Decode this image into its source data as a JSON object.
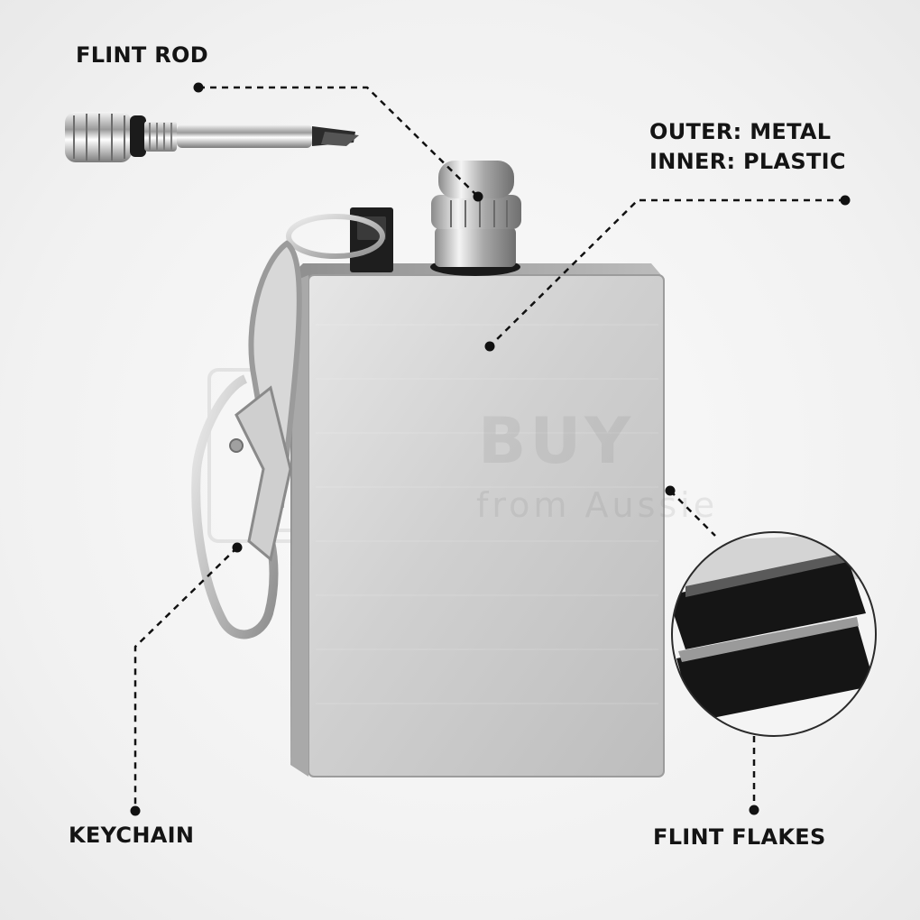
{
  "labels": {
    "flint_rod": "FLINT ROD",
    "material_outer": "OUTER: METAL",
    "material_inner": "INNER: PLASTIC",
    "keychain": "KEYCHAIN",
    "flint_flakes": "FLINT FLAKES"
  },
  "watermark": {
    "line1": "BUY",
    "line2": "from Aussie"
  },
  "colors": {
    "background": "#f3f3f3",
    "label_text": "#141414",
    "metal": "#c9c9c9",
    "plastic_insert": "#1c1c1c"
  }
}
